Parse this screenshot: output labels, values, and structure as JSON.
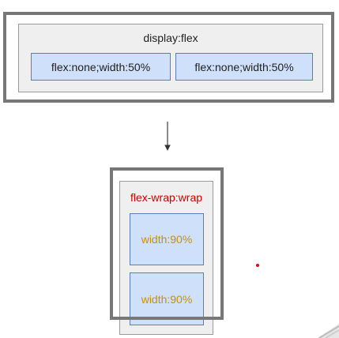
{
  "flex_container": {
    "title": "display:flex",
    "items": [
      {
        "label": "flex:none;width:50%"
      },
      {
        "label": "flex:none;width:50%"
      }
    ]
  },
  "wrap_container": {
    "title": "flex-wrap:wrap",
    "items": [
      {
        "label": "width:90%"
      },
      {
        "label": "width:90%"
      }
    ]
  },
  "colors": {
    "frame": "#777777",
    "container_bg": "#efefef",
    "item_bg": "#cfe0fb",
    "item_border": "#5a7fb8",
    "wrap_title": "#cc0000",
    "wrap_item_text": "#c99100",
    "dot": "#e0001a"
  }
}
